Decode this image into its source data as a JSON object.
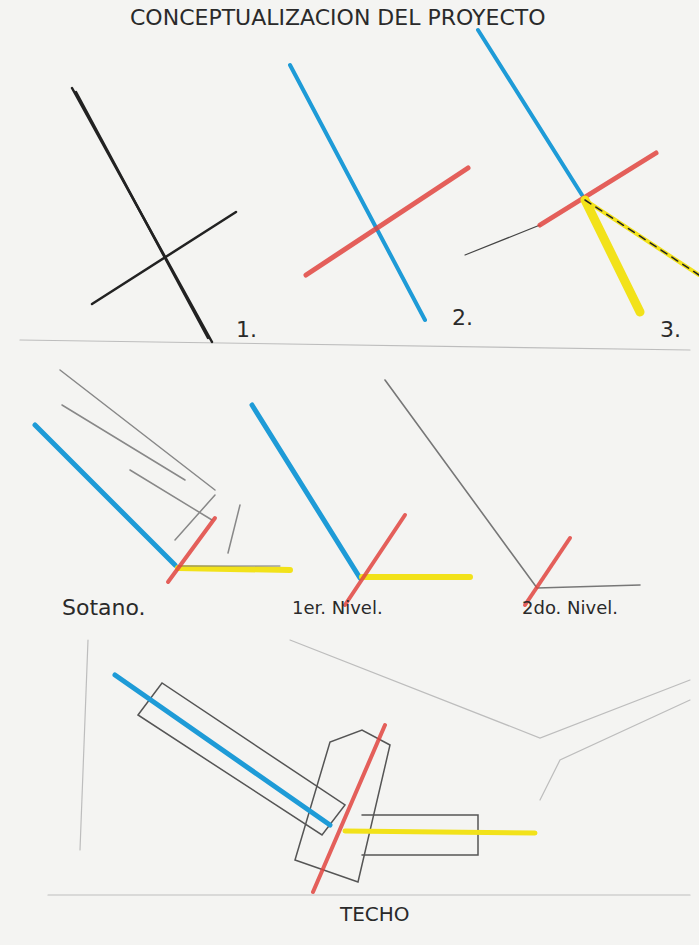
{
  "diagram": {
    "title": "CONCEPTUALIZACION DEL PROYECTO",
    "labels": [
      "1.",
      "2.",
      "3.",
      "Sotano.",
      "1er. Nivel.",
      "2do. Nivel.",
      "TECHO"
    ]
  }
}
